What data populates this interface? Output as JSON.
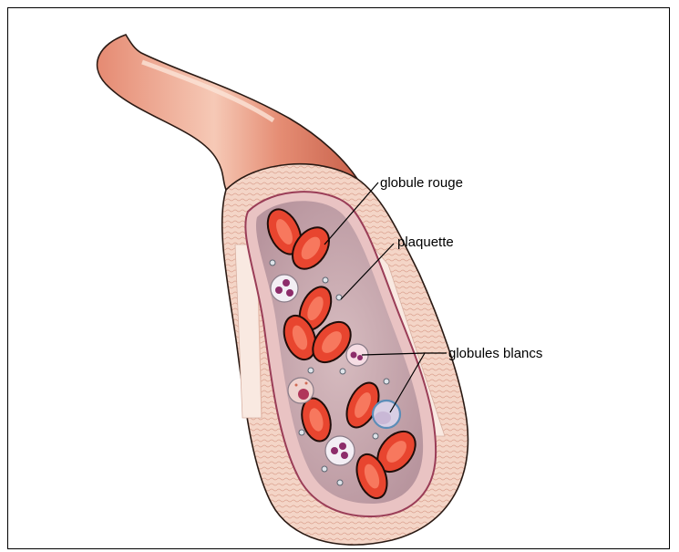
{
  "diagram": {
    "labels": {
      "red_cell": "globule rouge",
      "platelet": "plaquette",
      "white_cells": "globules blancs"
    },
    "colors": {
      "vessel_outer": "#e3866e",
      "vessel_highlight": "#f6c9b6",
      "wall": "#f3d3c4",
      "lumen": "#ccaeb3",
      "red_cell": "#e8452f",
      "red_cell_center": "#f7785e",
      "white_cell": "#f3eef4",
      "white_cell_nucleus": "#8d2c6a"
    }
  }
}
